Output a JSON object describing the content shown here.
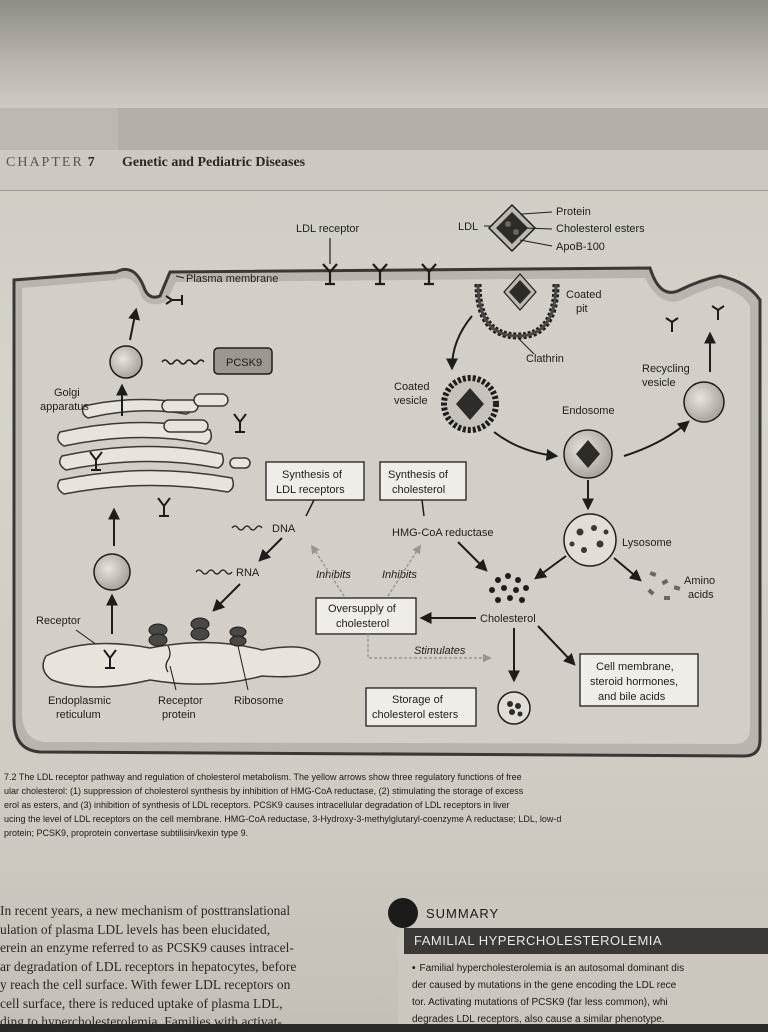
{
  "page": {
    "chapter_label": "CHAPTER",
    "chapter_number": "7",
    "chapter_title": "Genetic and Pediatric Diseases"
  },
  "figure": {
    "ldl_receptor": "LDL receptor",
    "ldl": "LDL",
    "protein": "Protein",
    "cholesterol_esters": "Cholesterol esters",
    "apob": "ApoB-100",
    "plasma_membrane": "Plasma membrane",
    "coated_pit": [
      "Coated",
      "pit"
    ],
    "clathrin": "Clathrin",
    "recycling_vesicle": [
      "Recycling",
      "vesicle"
    ],
    "coated_vesicle": [
      "Coated",
      "vesicle"
    ],
    "endosome": "Endosome",
    "pcsk9": "PCSK9",
    "golgi": [
      "Golgi",
      "apparatus"
    ],
    "synthesis_ldl_receptors": [
      "Synthesis of",
      "LDL receptors"
    ],
    "synthesis_cholesterol": [
      "Synthesis of",
      "cholesterol"
    ],
    "dna": "DNA",
    "rna": "RNA",
    "hmg_coa": "HMG-CoA reductase",
    "inhibits_1": "Inhibits",
    "inhibits_2": "Inhibits",
    "lysosome": "Lysosome",
    "amino_acids": [
      "Amino",
      "acids"
    ],
    "receptor": "Receptor",
    "oversupply": [
      "Oversupply of",
      "cholesterol"
    ],
    "cholesterol": "Cholesterol",
    "stimulates": "Stimulates",
    "cell_membrane": [
      "Cell membrane,",
      "steroid hormones,",
      "and bile acids"
    ],
    "endoplasmic_reticulum": [
      "Endoplasmic",
      "reticulum"
    ],
    "receptor_protein": [
      "Receptor",
      "protein"
    ],
    "ribosome": "Ribosome",
    "storage": [
      "Storage of",
      "cholesterol esters"
    ]
  },
  "caption": [
    "7.2 The LDL receptor pathway and regulation of cholesterol metabolism. The yellow arrows show three regulatory functions of free",
    "ular cholesterol: (1) suppression of cholesterol synthesis by inhibition of HMG-CoA reductase, (2) stimulating the storage of excess",
    "erol as esters, and (3) inhibition of synthesis of LDL receptors. PCSK9 causes intracellular degradation of LDL receptors in liver",
    "ucing the level of LDL receptors on the cell membrane. HMG-CoA reductase, 3-Hydroxy-3-methylglutaryl-coenzyme A reductase; LDL, low-d",
    "protein; PCSK9, proprotein convertase subtilisin/kexin type 9."
  ],
  "body_text": [
    "In recent years, a new mechanism of posttranslational",
    "ulation of plasma LDL levels has been elucidated,",
    "erein an enzyme referred to as PCSK9 causes intracel-",
    "ar degradation of LDL receptors in hepatocytes, before",
    "y reach the cell surface. With fewer LDL receptors on",
    "cell surface, there is reduced uptake of plasma LDL,",
    "ding to hypercholesterolemia. Families with activat-"
  ],
  "summary": {
    "title": "SUMMARY",
    "band": "FAMILIAL HYPERCHOLESTEROLEMIA",
    "bullet": "•",
    "lines": [
      "Familial hypercholesterolemia is an autosomal dominant dis",
      "der caused by mutations in the gene encoding the LDL rece",
      "tor. Activating mutations of PCSK9 (far less common), whi",
      "degrades LDL receptors, also cause a similar phenotype."
    ]
  }
}
